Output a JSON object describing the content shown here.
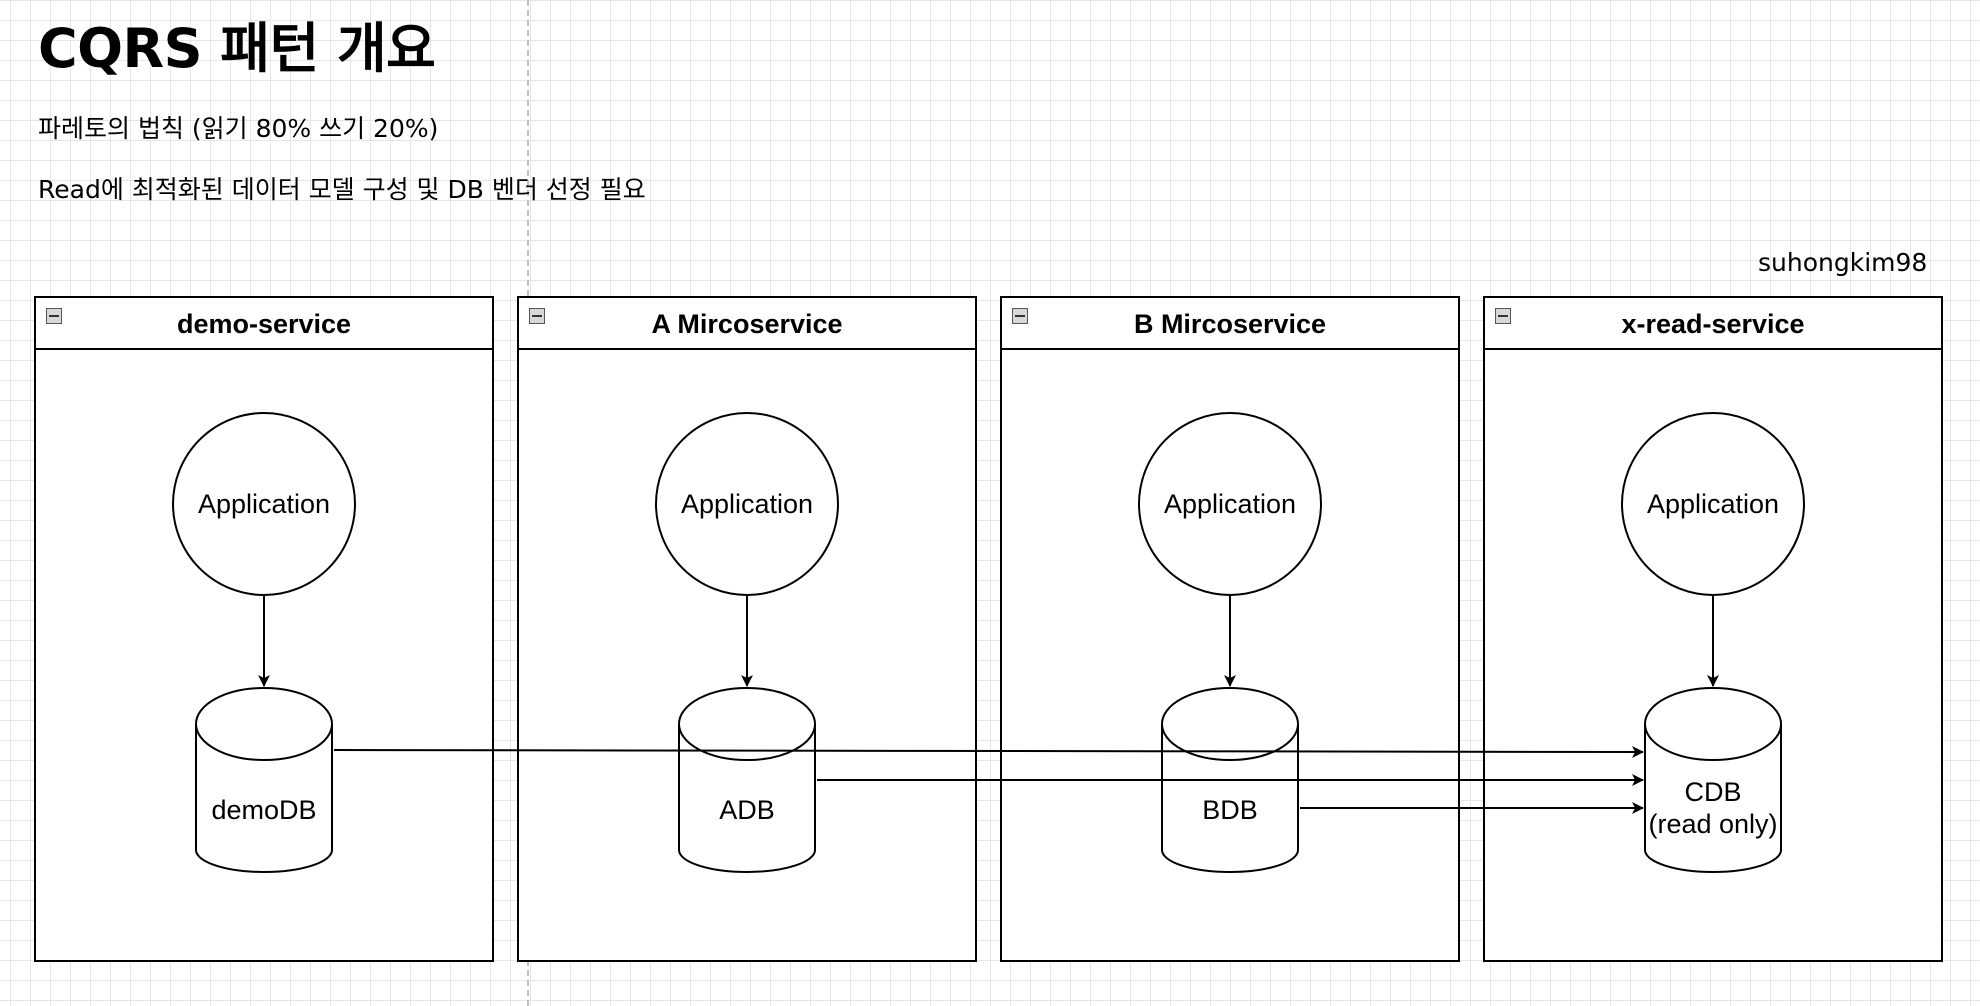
{
  "title": "CQRS 패턴 개요",
  "subtitles": [
    "파레토의 법칙 (읽기 80% 쓰기 20%)",
    "Read에 최적화된 데이터 모델 구성 및 DB 벤더 선정 필요"
  ],
  "author": "suhongkim98",
  "services": [
    {
      "name": "demo-service",
      "app": "Application",
      "db": "demoDB",
      "db_sub": ""
    },
    {
      "name": "A Mircoservice",
      "app": "Application",
      "db": "ADB",
      "db_sub": ""
    },
    {
      "name": "B Mircoservice",
      "app": "Application",
      "db": "BDB",
      "db_sub": ""
    },
    {
      "name": "x-read-service",
      "app": "Application",
      "db": "CDB",
      "db_sub": "(read only)"
    }
  ],
  "colors": {
    "stroke": "#000000",
    "grid": "#e6e6e6",
    "guide": "#c0c0c0",
    "background": "#ffffff"
  }
}
